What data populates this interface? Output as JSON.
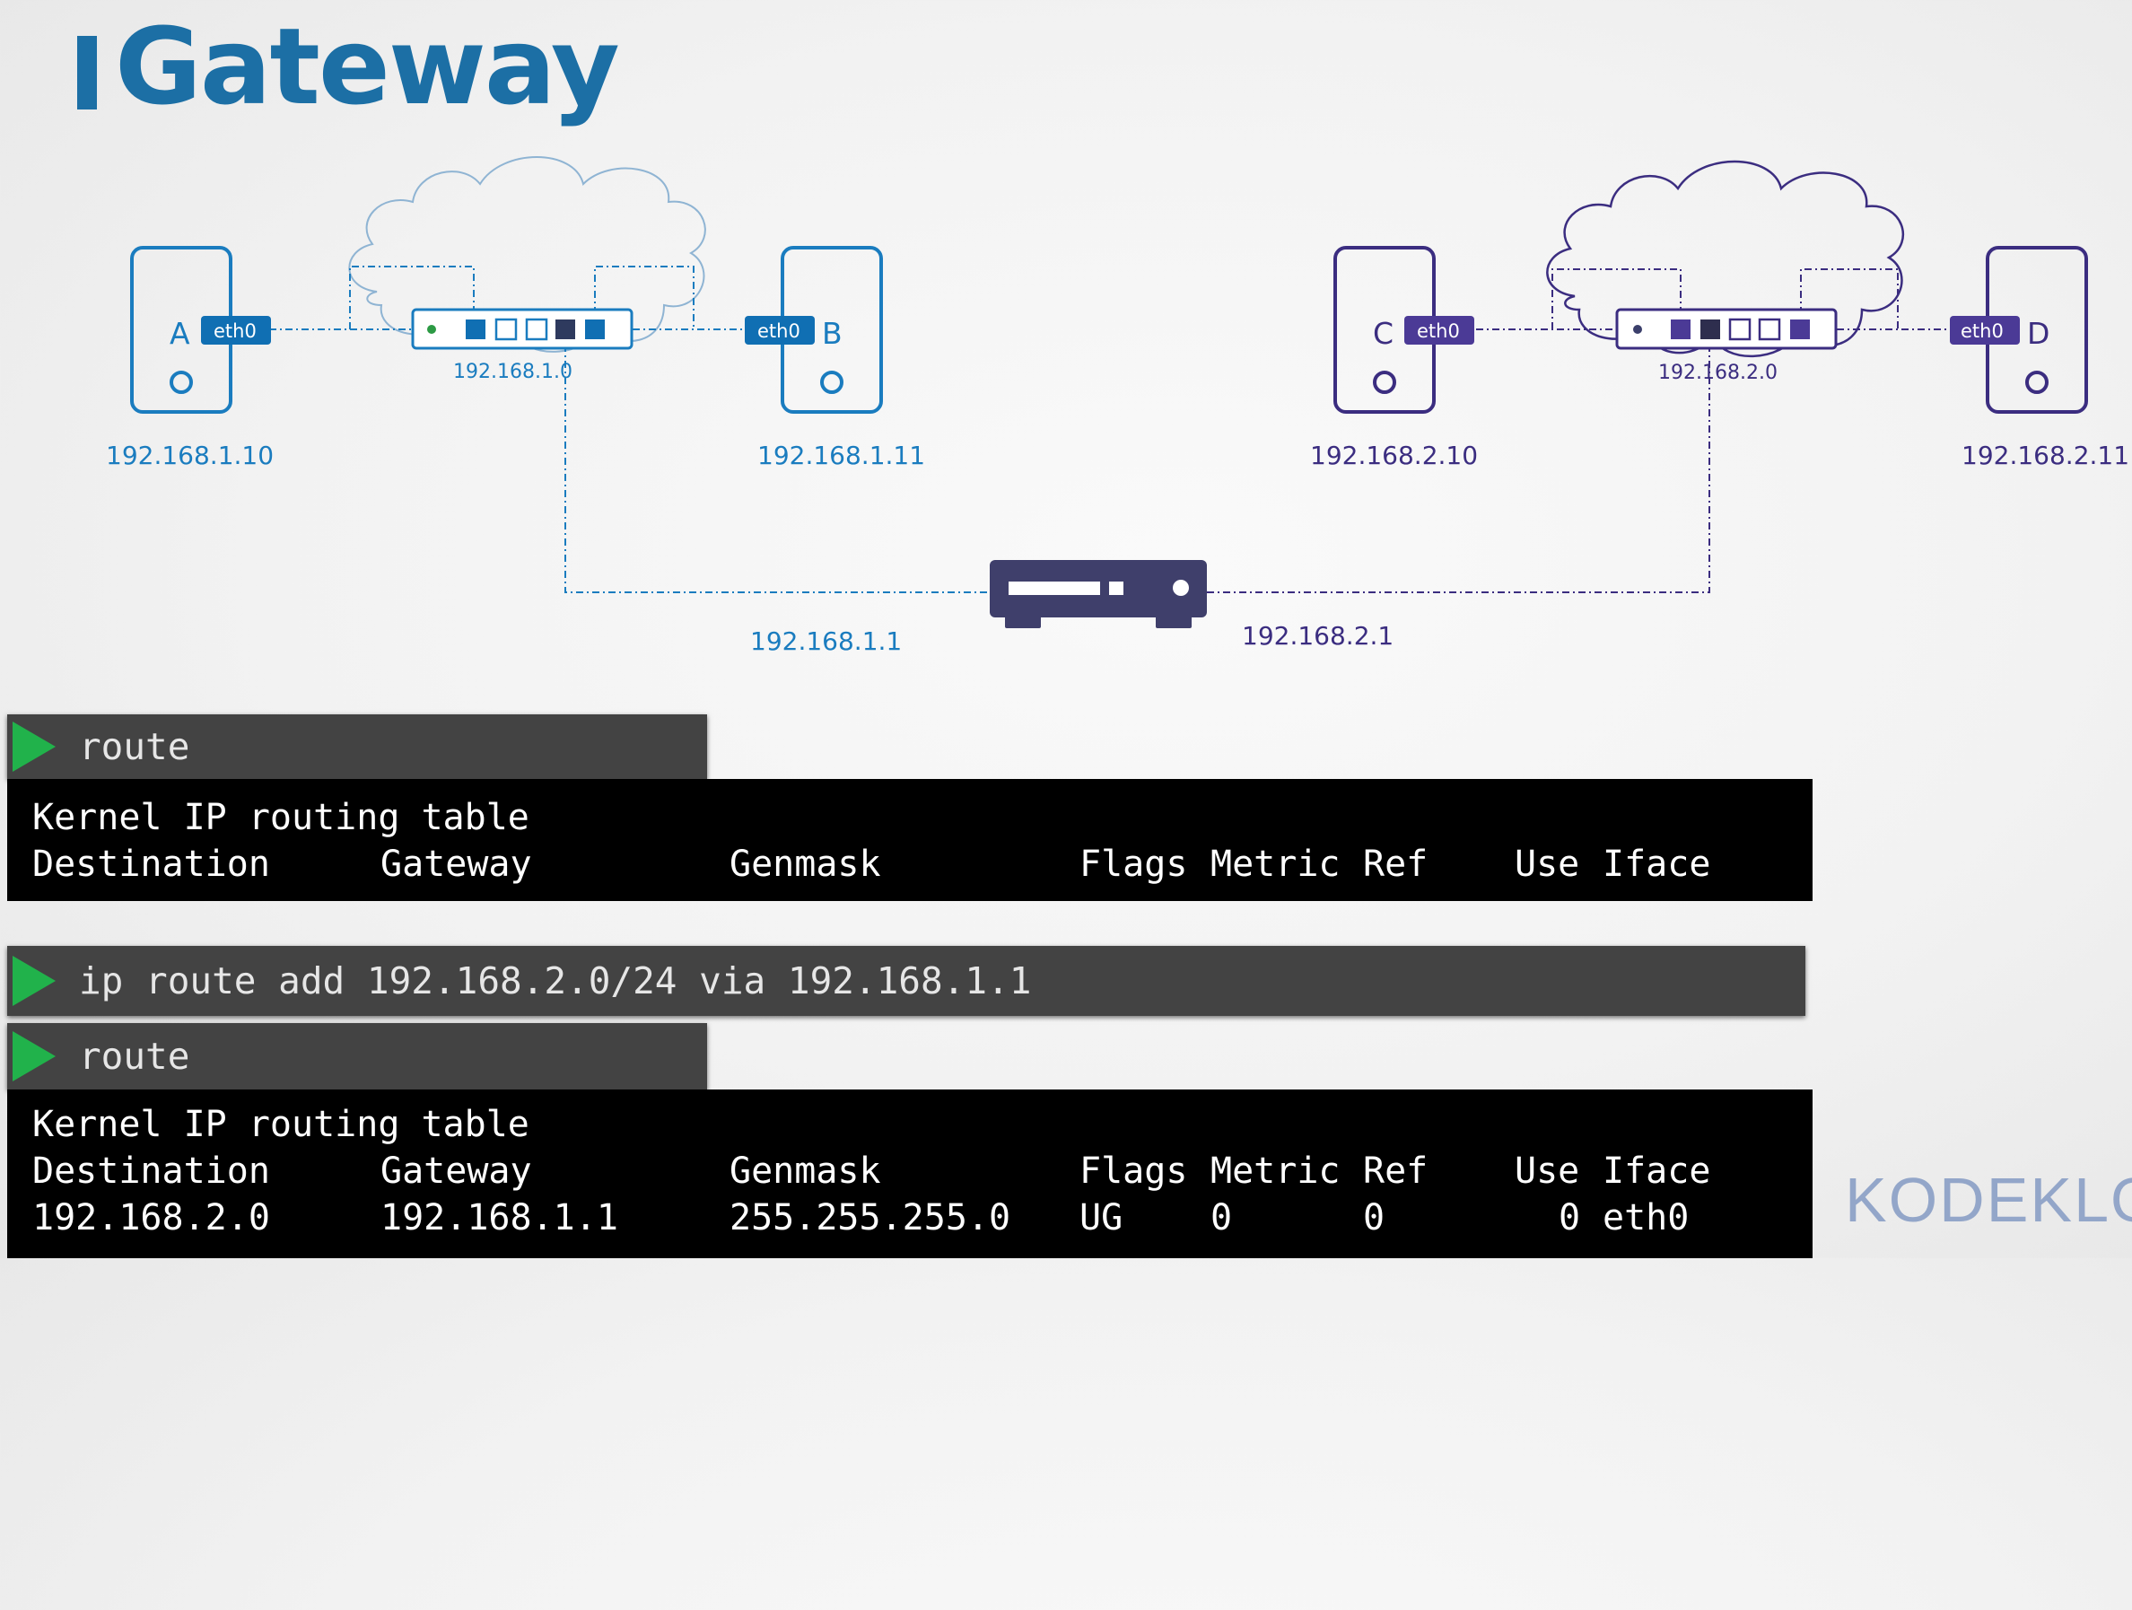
{
  "title": "Gateway",
  "colors": {
    "title": "#1c6fa5",
    "net1": "#1a7cbf",
    "net1_fill": "#106fb3",
    "net2": "#3b2d80",
    "net2_fill": "#4b3a96",
    "router": "#3f3f6b",
    "cloud": "#8fb4d3",
    "prompt_bg": "#434343",
    "prompt_icon": "#21b24b",
    "terminal_bg": "#000000",
    "logo": "#93a6c9"
  },
  "hosts": [
    {
      "letter": "A",
      "interface": "eth0",
      "ip": "192.168.1.10"
    },
    {
      "letter": "B",
      "interface": "eth0",
      "ip": "192.168.1.11"
    },
    {
      "letter": "C",
      "interface": "eth0",
      "ip": "192.168.2.10"
    },
    {
      "letter": "D",
      "interface": "eth0",
      "ip": "192.168.2.11"
    }
  ],
  "switches": [
    {
      "network": "192.168.1.0"
    },
    {
      "network": "192.168.2.0"
    }
  ],
  "router": {
    "ip_left": "192.168.1.1",
    "ip_right": "192.168.2.1"
  },
  "terminal1": {
    "command": "route",
    "lines": [
      "Kernel IP routing table"
    ],
    "headers": [
      "Destination",
      "Gateway",
      "Genmask",
      "Flags",
      "Metric",
      "Ref",
      "Use",
      "Iface"
    ],
    "rows": []
  },
  "terminal2": {
    "command1": "ip route add 192.168.2.0/24 via 192.168.1.1",
    "command2": "route",
    "lines": [
      "Kernel IP routing table"
    ],
    "headers": [
      "Destination",
      "Gateway",
      "Genmask",
      "Flags",
      "Metric",
      "Ref",
      "Use",
      "Iface"
    ],
    "rows": [
      [
        "192.168.2.0",
        "192.168.1.1",
        "255.255.255.0",
        "UG",
        "0",
        "0",
        "0",
        "eth0"
      ]
    ]
  },
  "logo": {
    "text": "KODEKLOUD"
  }
}
